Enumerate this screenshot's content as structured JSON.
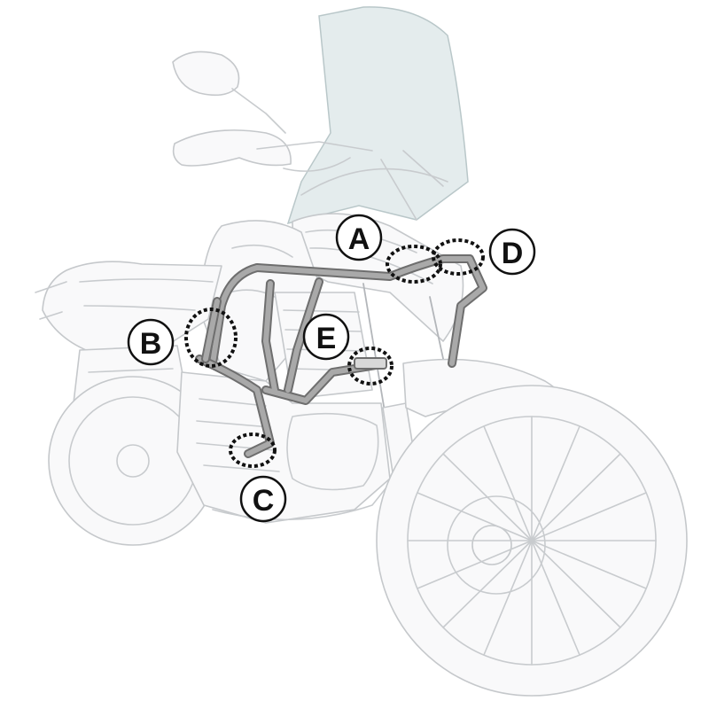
{
  "callouts": [
    {
      "id": "a",
      "letter": "A"
    },
    {
      "id": "b",
      "letter": "B"
    },
    {
      "id": "c",
      "letter": "C"
    },
    {
      "id": "d",
      "letter": "D"
    },
    {
      "id": "e",
      "letter": "E"
    }
  ],
  "colors": {
    "background": "#ffffff",
    "bike_line": "#c8cbce",
    "windscreen": "#dfe9ea",
    "crash_bar": "#a9a9a9",
    "crash_bar_outline": "#6e6e6e",
    "callout_ink": "#111111"
  }
}
